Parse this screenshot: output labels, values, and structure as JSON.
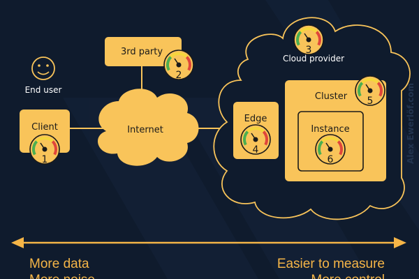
{
  "colors": {
    "background": "#0f1b2d",
    "accent": "#f9c45a",
    "line": "#f5b547",
    "gauge_green": "#4caf50",
    "gauge_yellow": "#f5d63c",
    "gauge_red": "#e0463a"
  },
  "diagram": {
    "end_user_label": "End user",
    "nodes": {
      "client": {
        "label": "Client",
        "number": "1"
      },
      "third_party": {
        "label": "3rd party",
        "number": "2"
      },
      "internet": {
        "label": "Internet"
      },
      "cloud_provider": {
        "label": "Cloud provider",
        "number": "3"
      },
      "edge": {
        "label": "Edge",
        "number": "4"
      },
      "cluster": {
        "label": "Cluster",
        "number": "5"
      },
      "instance": {
        "label": "Instance",
        "number": "6"
      }
    },
    "credit": "Alex Ewerlöf.com",
    "bottom": {
      "left_line1": "More data",
      "left_line2": "More noise",
      "right_line1": "Easier to measure",
      "right_line2": "More control"
    }
  }
}
